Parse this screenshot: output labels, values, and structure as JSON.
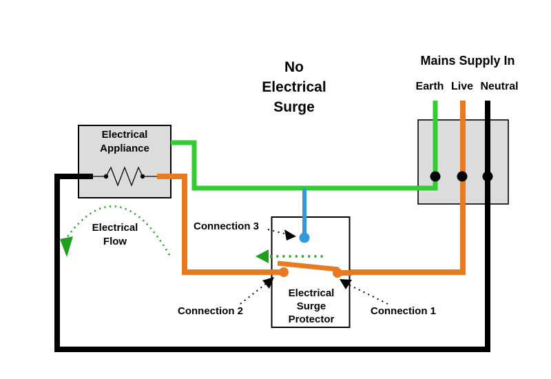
{
  "title": {
    "lines": [
      "No",
      "Electrical",
      "Surge"
    ]
  },
  "mains": {
    "heading": "Mains Supply In",
    "wire_labels": [
      "Earth",
      "Live",
      "Neutral"
    ]
  },
  "appliance": {
    "lines": [
      "Electrical",
      "Appliance"
    ]
  },
  "surge_protector": {
    "lines": [
      "Electrical",
      "Surge",
      "Protector"
    ]
  },
  "flow": {
    "lines": [
      "Electrical",
      "Flow"
    ]
  },
  "connections": {
    "c1": "Connection 1",
    "c2": "Connection 2",
    "c3": "Connection 3"
  },
  "colors": {
    "earth_wire_green": "#33CC33",
    "live_wire_orange": "#E87A22",
    "neutral_wire_black": "#000000",
    "connection3_blue": "#3399DB",
    "flow_arrow_green": "#2EA12E",
    "box_fill_gray": "#DCDCDC",
    "pointer_black": "#000000",
    "background": "#FFFFFF"
  }
}
